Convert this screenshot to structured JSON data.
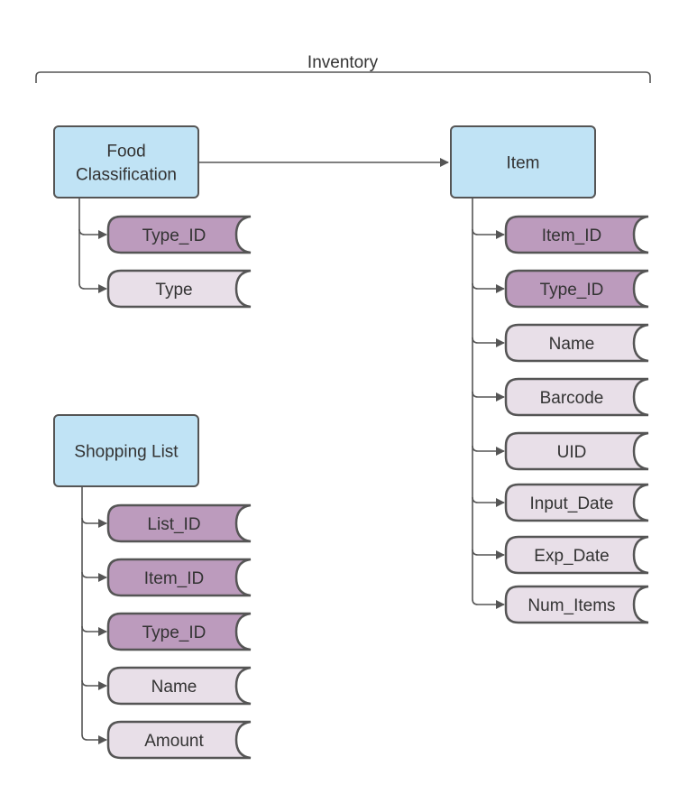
{
  "title": "Inventory",
  "colors": {
    "entity_fill": "#c0e3f5",
    "key_field_fill": "#bc9bbd",
    "plain_field_fill": "#e8dfe8",
    "stroke": "#555555",
    "text": "#333333"
  },
  "entities": {
    "food_classification": {
      "label_lines": [
        "Food",
        "Classification"
      ],
      "fields": [
        {
          "label": "Type_ID",
          "key": true
        },
        {
          "label": "Type",
          "key": false
        }
      ]
    },
    "item": {
      "label_lines": [
        "Item"
      ],
      "fields": [
        {
          "label": "Item_ID",
          "key": true
        },
        {
          "label": "Type_ID",
          "key": true
        },
        {
          "label": "Name",
          "key": false
        },
        {
          "label": "Barcode",
          "key": false
        },
        {
          "label": "UID",
          "key": false
        },
        {
          "label": "Input_Date",
          "key": false
        },
        {
          "label": "Exp_Date",
          "key": false
        },
        {
          "label": "Num_Items",
          "key": false
        }
      ]
    },
    "shopping_list": {
      "label_lines": [
        "Shopping List"
      ],
      "fields": [
        {
          "label": "List_ID",
          "key": true
        },
        {
          "label": "Item_ID",
          "key": true
        },
        {
          "label": "Type_ID",
          "key": true
        },
        {
          "label": "Name",
          "key": false
        },
        {
          "label": "Amount",
          "key": false
        }
      ]
    }
  }
}
